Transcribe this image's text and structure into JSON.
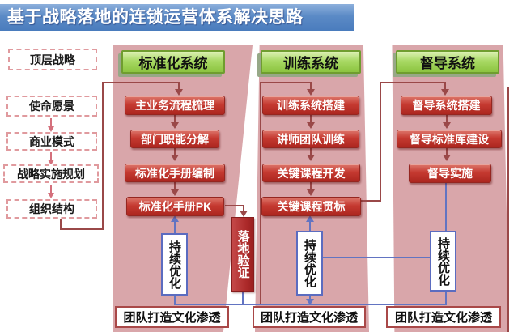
{
  "title": "基于战略落地的连锁运营体系解决思路",
  "strategy_column": {
    "top_box": "顶层战略",
    "flow_boxes": [
      "使命愿景",
      "商业模式",
      "战略实施规划",
      "组织结构"
    ]
  },
  "systems": [
    {
      "header": "标准化系统",
      "steps": [
        "主业务流程梳理",
        "部门职能分解",
        "标准化手册编制",
        "标准化手册PK"
      ],
      "optimize_label": "持续优化",
      "bottom_label": "团队打造文化渗透"
    },
    {
      "header": "训练系统",
      "steps": [
        "训练系统搭建",
        "讲师团队训练",
        "关键课程开发",
        "关键课程贯标"
      ],
      "optimize_label": "持续优化",
      "bottom_label": "团队打造文化渗透"
    },
    {
      "header": "督导系统",
      "steps": [
        "督导系统搭建",
        "督导标准库建设",
        "督导实施"
      ],
      "optimize_label": "持续优化",
      "bottom_label": "团队打造文化渗透"
    }
  ],
  "verification_box": "落地验证",
  "colors": {
    "title_bar": "#5b8ac6",
    "panel_pink": "#d9a6aa",
    "system_header_green": "#9ed050",
    "process_box_red": "#c53a31",
    "connector_maroon": "#9a4848",
    "connector_blue": "#6274c2",
    "verify_box_red": "#ab2828"
  }
}
